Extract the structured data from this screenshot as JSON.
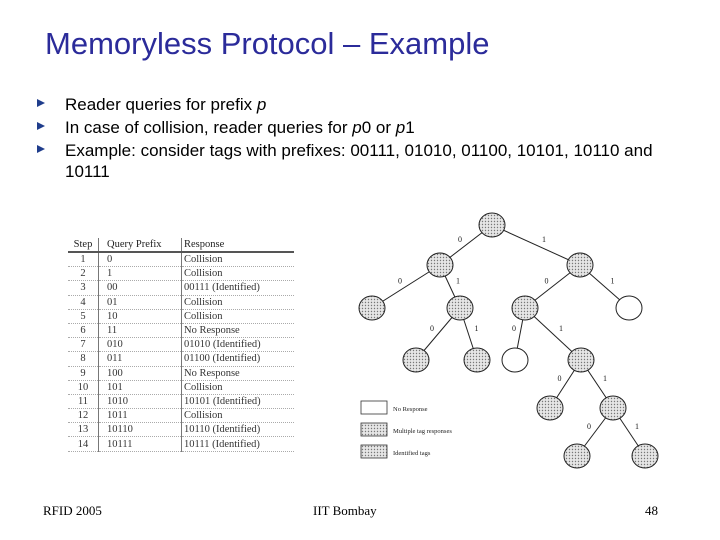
{
  "title": "Memoryless Protocol – Example",
  "bullets": [
    {
      "text": "Reader queries for prefix ",
      "em": "p",
      "tail": ""
    },
    {
      "text": "In case of collision, reader queries for ",
      "em": "p",
      "tail": "0 or ",
      "em2": "p",
      "tail2": "1"
    },
    {
      "text": "Example: consider tags with prefixes: 00111, 01010, 01100, 10101, 10110 and 10111"
    }
  ],
  "table": {
    "headers": [
      "Step",
      "Query Prefix",
      "Response"
    ],
    "rows": [
      [
        "1",
        "0",
        "Collision"
      ],
      [
        "2",
        "1",
        "Collision"
      ],
      [
        "3",
        "00",
        "00111 (Identified)"
      ],
      [
        "4",
        "01",
        "Collision"
      ],
      [
        "5",
        "10",
        "Collision"
      ],
      [
        "6",
        "11",
        "No Response"
      ],
      [
        "7",
        "010",
        "01010 (Identified)"
      ],
      [
        "8",
        "011",
        "01100 (Identified)"
      ],
      [
        "9",
        "100",
        "No Response"
      ],
      [
        "10",
        "101",
        "Collision"
      ],
      [
        "11",
        "1010",
        "10101 (Identified)"
      ],
      [
        "12",
        "1011",
        "Collision"
      ],
      [
        "13",
        "10110",
        "10110 (Identified)"
      ],
      [
        "14",
        "10111",
        "10111 (Identified)"
      ]
    ]
  },
  "tree": {
    "edge_labels": [
      "0",
      "1",
      "0",
      "1",
      "0",
      "1",
      "0",
      "1",
      "0",
      "1",
      "0",
      "1",
      "0",
      "1"
    ],
    "legend": [
      "No Response",
      "Multiple tag responses",
      "Identified tags"
    ]
  },
  "footer": {
    "left": "RFID 2005",
    "center": "IIT Bombay",
    "right": "48"
  }
}
